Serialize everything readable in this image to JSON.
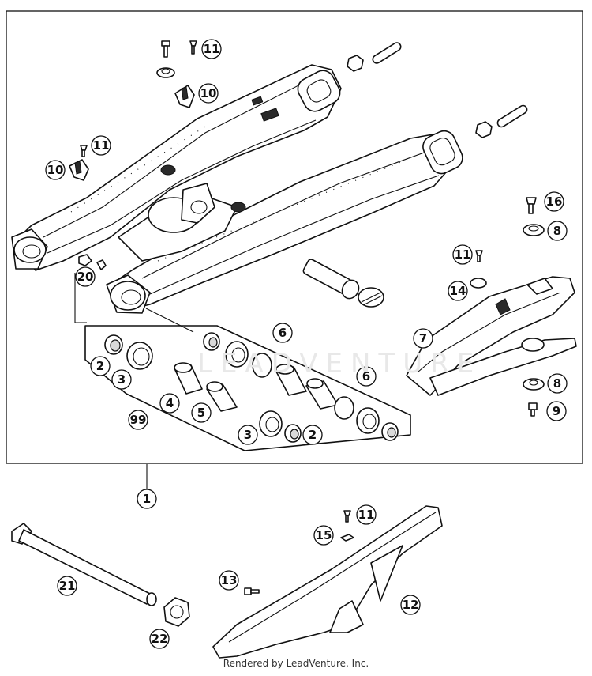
{
  "diagram": {
    "callouts": {
      "c1": "1",
      "c2a": "2",
      "c2b": "2",
      "c3a": "3",
      "c3b": "3",
      "c4": "4",
      "c5": "5",
      "c6a": "6",
      "c6b": "6",
      "c7": "7",
      "c8a": "8",
      "c8b": "8",
      "c9": "9",
      "c10a": "10",
      "c10b": "10",
      "c11a": "11",
      "c11b": "11",
      "c11c": "11",
      "c11d": "11",
      "c12": "12",
      "c13": "13",
      "c14": "14",
      "c15": "15",
      "c16": "16",
      "c20": "20",
      "c21": "21",
      "c22": "22",
      "c99": "99"
    },
    "watermark_text": "LEADVENTURE",
    "footer_text": "Rendered by LeadVenture, Inc."
  }
}
